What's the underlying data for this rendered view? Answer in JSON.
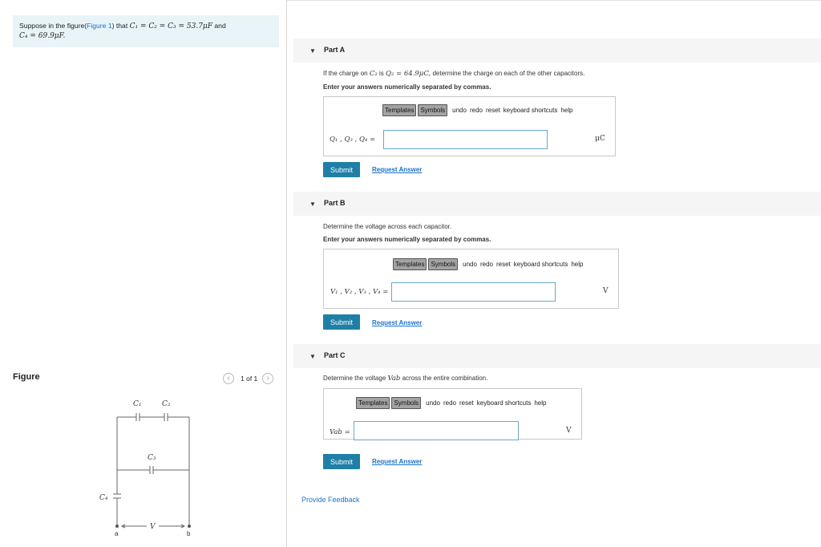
{
  "problem": {
    "prefix": "Suppose in the figure(",
    "figure_link": "Figure 1",
    "mid": ") that ",
    "cap_equality": "C₁ = C₂ = C₃ = 53.7μF",
    "and": " and",
    "c4_value": "C₄ = 69.9μF."
  },
  "figure": {
    "label": "Figure",
    "pager_prev_icon": "chevron-left",
    "pager_count": "1 of 1",
    "pager_next_icon": "chevron-right",
    "circuit_labels": {
      "c1": "C₁",
      "c2": "C₂",
      "c3": "C₃",
      "c4": "C₄",
      "a": "a",
      "b": "b",
      "v": "V"
    }
  },
  "toolbar": {
    "templates": "Templates",
    "symbols": "Symbols",
    "undo": "undo",
    "redo": "redo",
    "reset": "reset",
    "shortcuts": "keyboard shortcuts",
    "help": "help"
  },
  "parts": {
    "a": {
      "title": "Part A",
      "question_pre": "If the charge on ",
      "question_c2": "C₂",
      "question_is": " is ",
      "question_q2": "Q₂ = 64.9μC,",
      "question_post": " determine the charge on each of the other capacitors.",
      "instruction": "Enter your answers numerically separated by commas.",
      "eq_label": "Q₁ , Q₃ , Q₄ =",
      "value": "",
      "unit": "μC"
    },
    "b": {
      "title": "Part B",
      "question": "Determine the voltage across each capacitor.",
      "instruction": "Enter your answers numerically separated by commas.",
      "eq_label": "V₁ , V₂ , V₃ , V₄ =",
      "value": "",
      "unit": "V"
    },
    "c": {
      "title": "Part C",
      "question_pre": "Determine the voltage ",
      "question_var": "Vab",
      "question_post": " across the entire combination.",
      "eq_label": "Vab =",
      "value": "",
      "unit": "V"
    }
  },
  "submit_label": "Submit",
  "request_label": "Request Answer",
  "feedback_label": "Provide Feedback",
  "colors": {
    "accent": "#1f7fa6",
    "link": "#1a73c8",
    "problem_bg": "#e8f4f8"
  }
}
